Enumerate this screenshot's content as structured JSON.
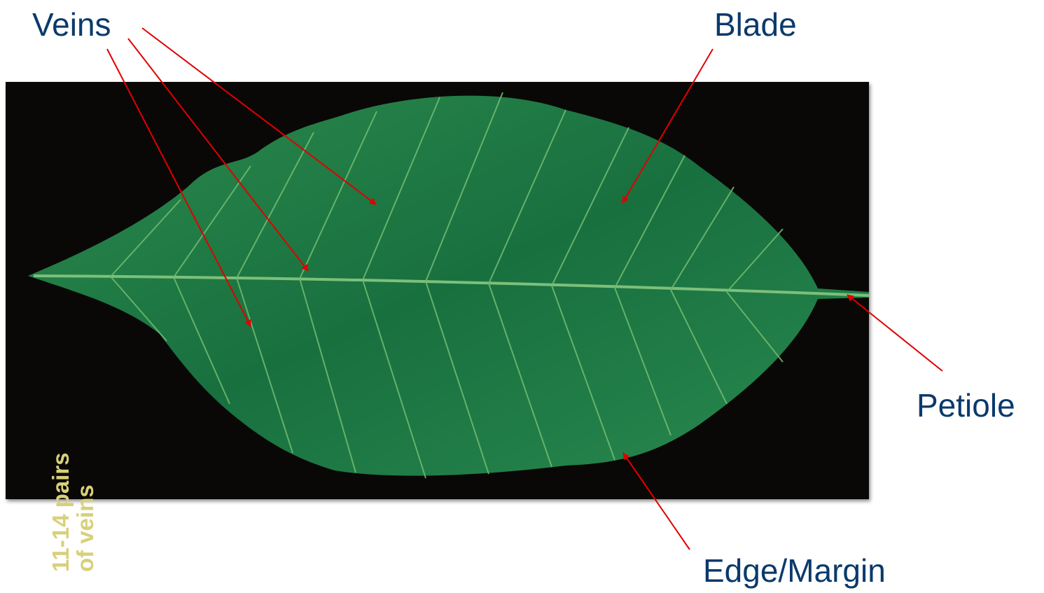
{
  "diagram": {
    "colors": {
      "label_text": "#0b3a6b",
      "arrow": "#e00000",
      "photo_background": "#0a0806",
      "leaf_dark": "#136b3a",
      "leaf_light": "#2c8a4d",
      "vein": "#7cc07a"
    },
    "labels": {
      "veins": "Veins",
      "blade": "Blade",
      "petiole": "Petiole",
      "edge_margin": "Edge/Margin"
    },
    "photo": {
      "caption_line1": "11-14 pairs",
      "caption_line2": "of veins"
    }
  }
}
